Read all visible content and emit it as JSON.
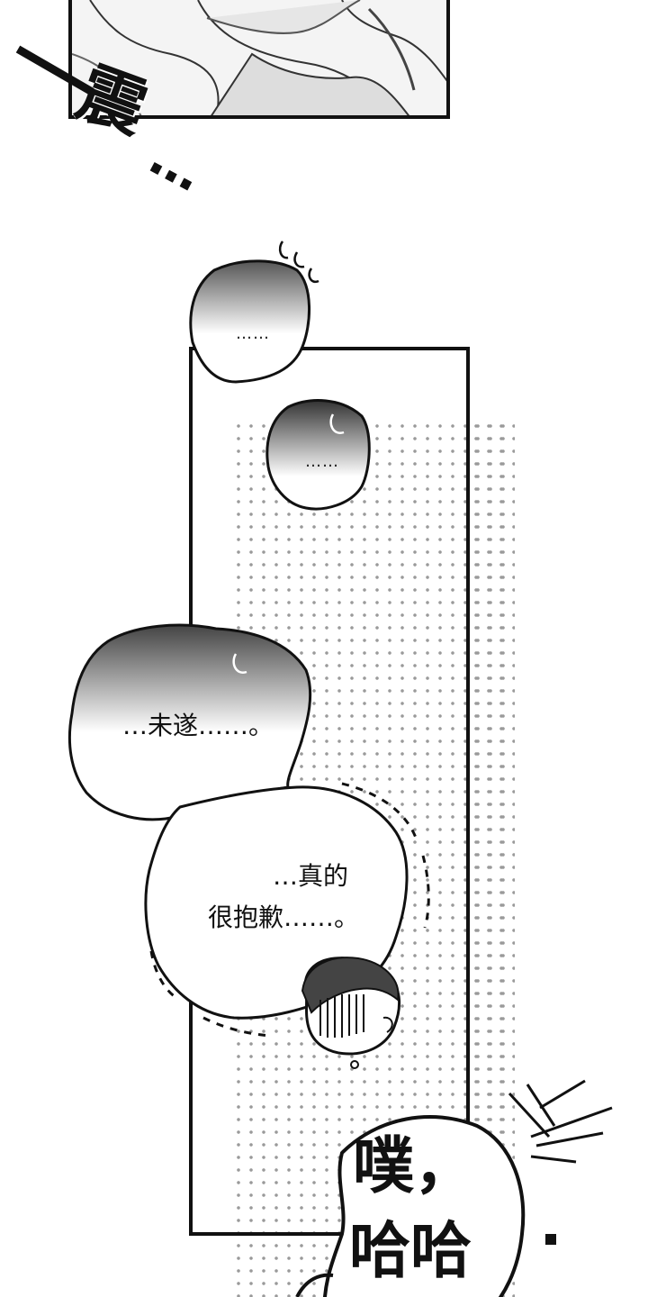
{
  "sfx": {
    "shake": "震",
    "shake_dots": "…",
    "laugh_1": "噗，",
    "laugh_2": "哈哈"
  },
  "bubbles": {
    "first": "……",
    "second": "……",
    "third": "…未遂……。",
    "fourth_line1": "…真的",
    "fourth_line2": "很抱歉……。"
  }
}
